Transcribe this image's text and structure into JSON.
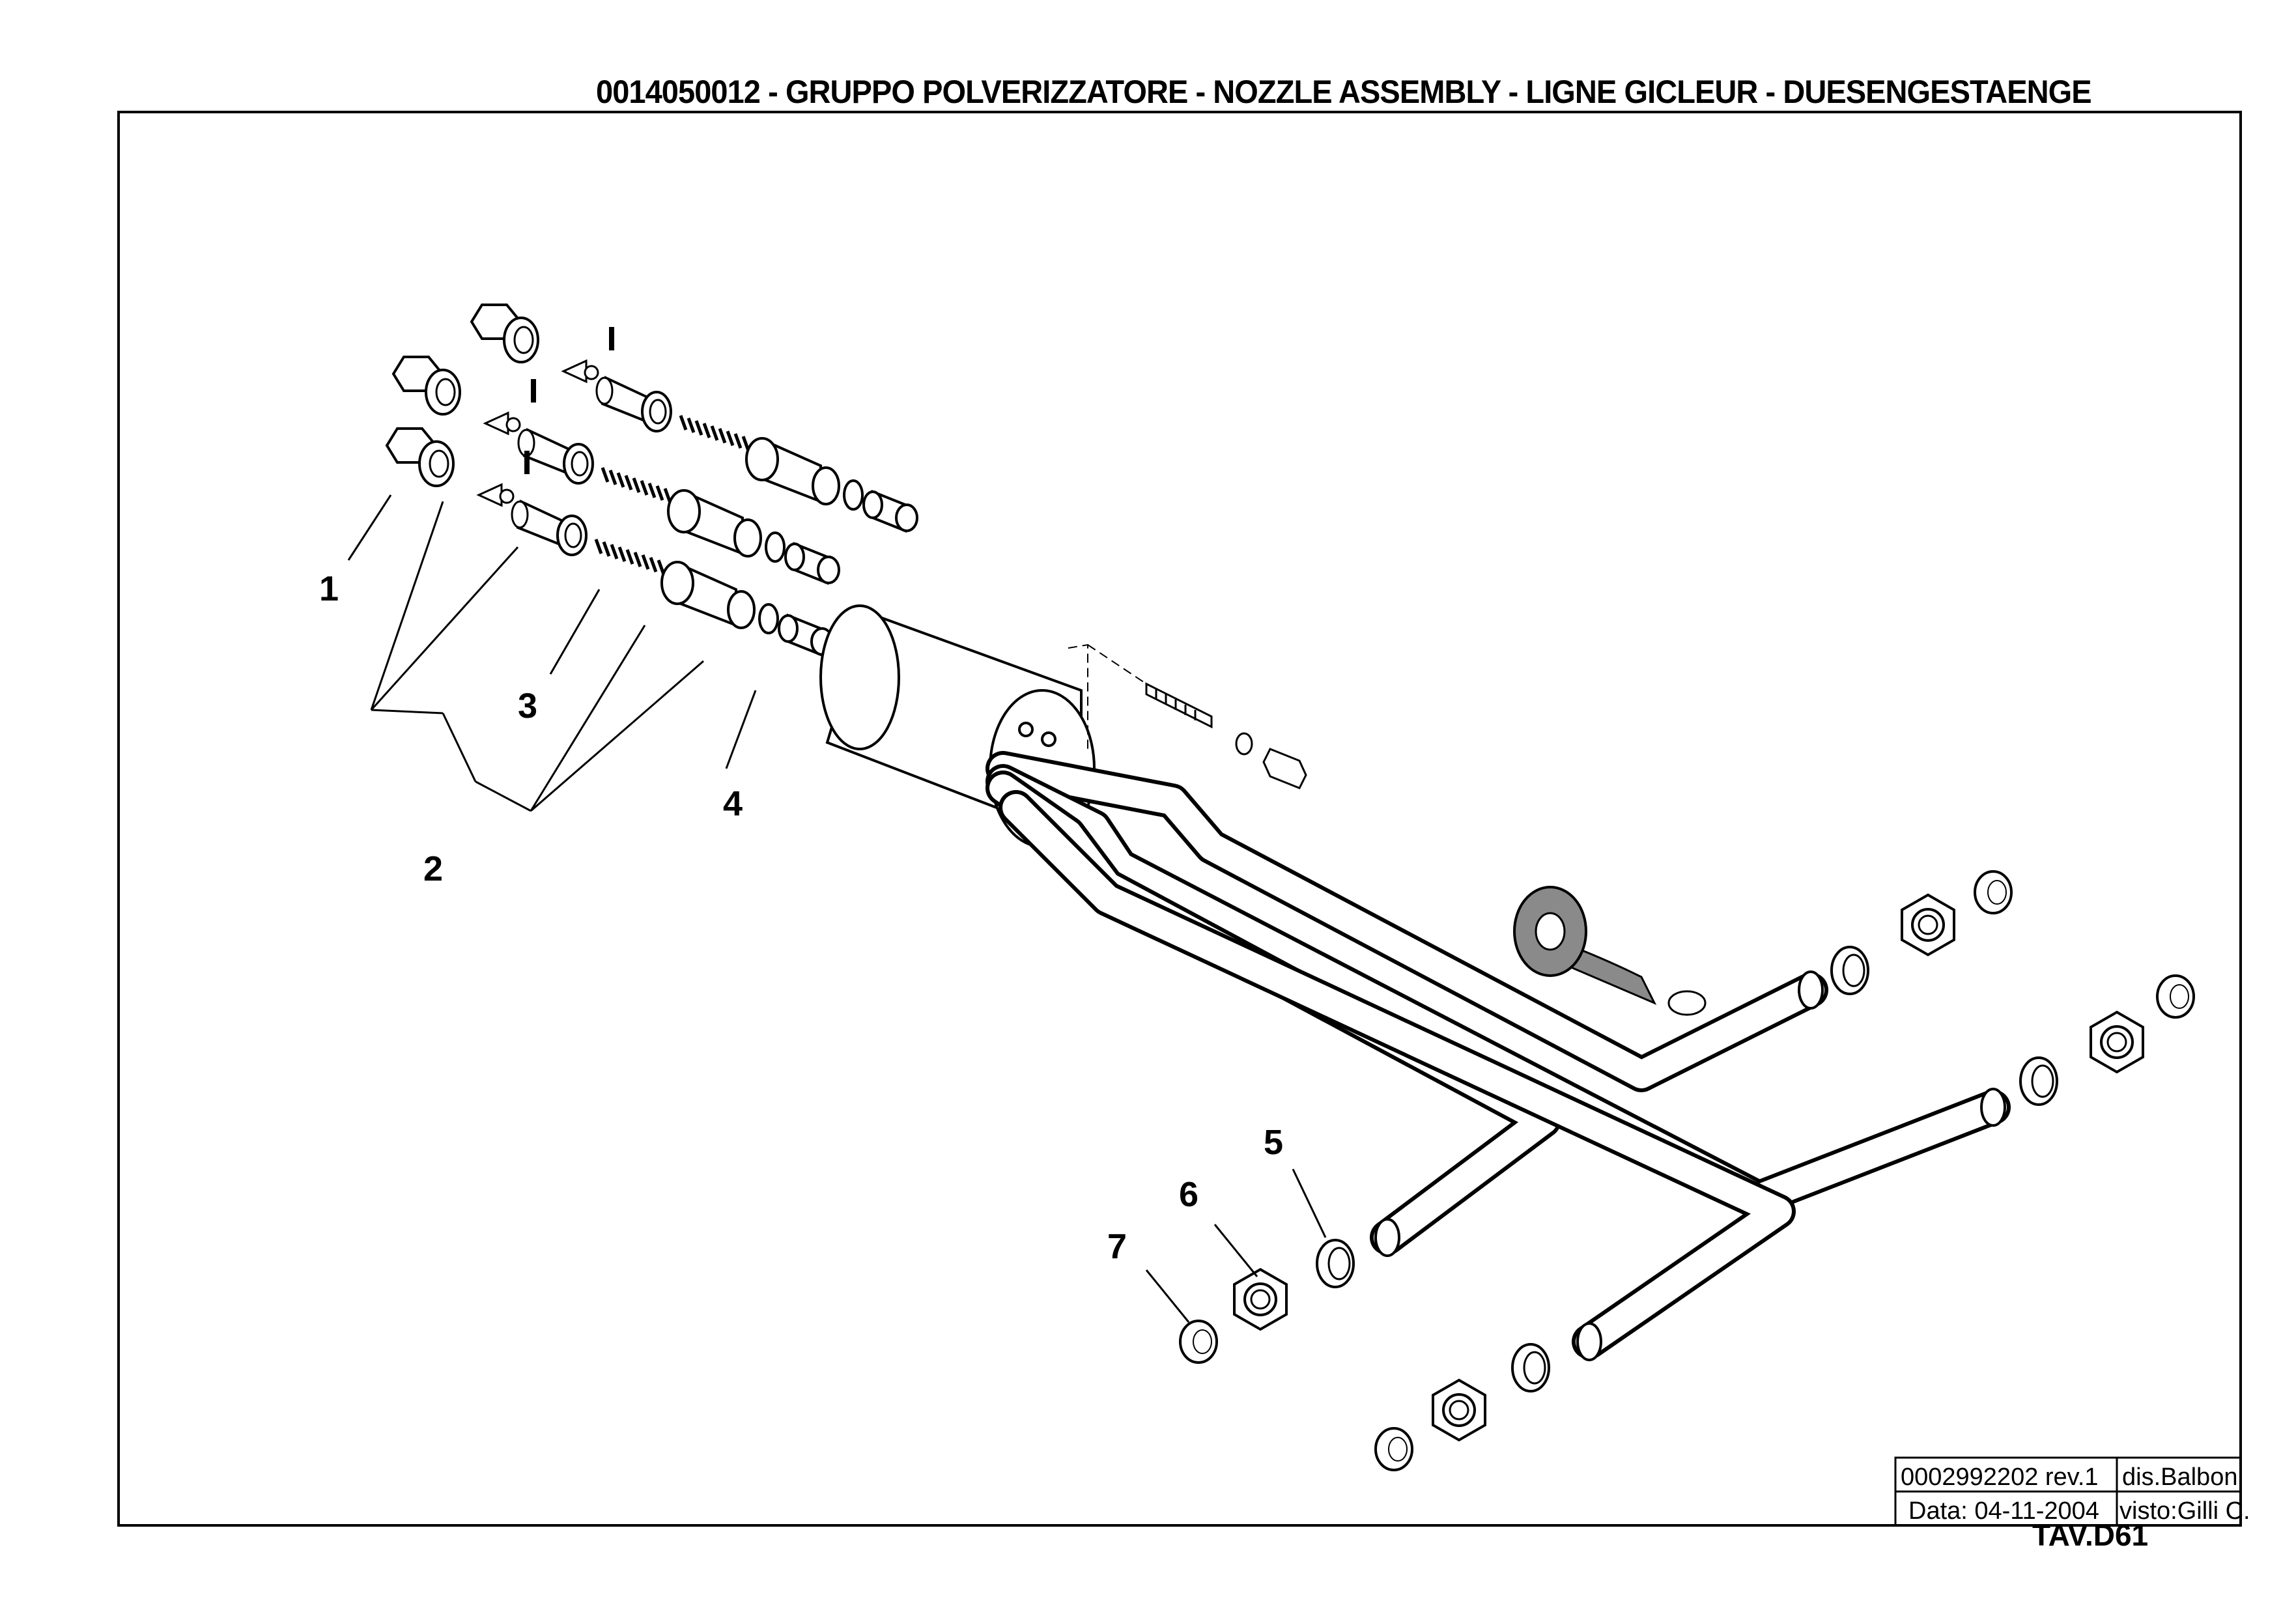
{
  "title": "0014050012 - GRUPPO  POLVERIZZATORE -  NOZZLE ASSEMBLY - LIGNE GICLEUR - DUESENGESTAENGE",
  "title_block": {
    "drawing_number": "0002992202 rev.1",
    "drawn_by": "dis.Balboni",
    "date": "Data:  04-11-2004",
    "checked_by": "visto:Gilli C.",
    "table_ref": "TAV.D61"
  },
  "callouts": [
    "1",
    "2",
    "3",
    "4",
    "5",
    "6",
    "7"
  ],
  "colors": {
    "line": "#000000",
    "paper": "#ffffff",
    "tape": "#8a8a8a"
  }
}
